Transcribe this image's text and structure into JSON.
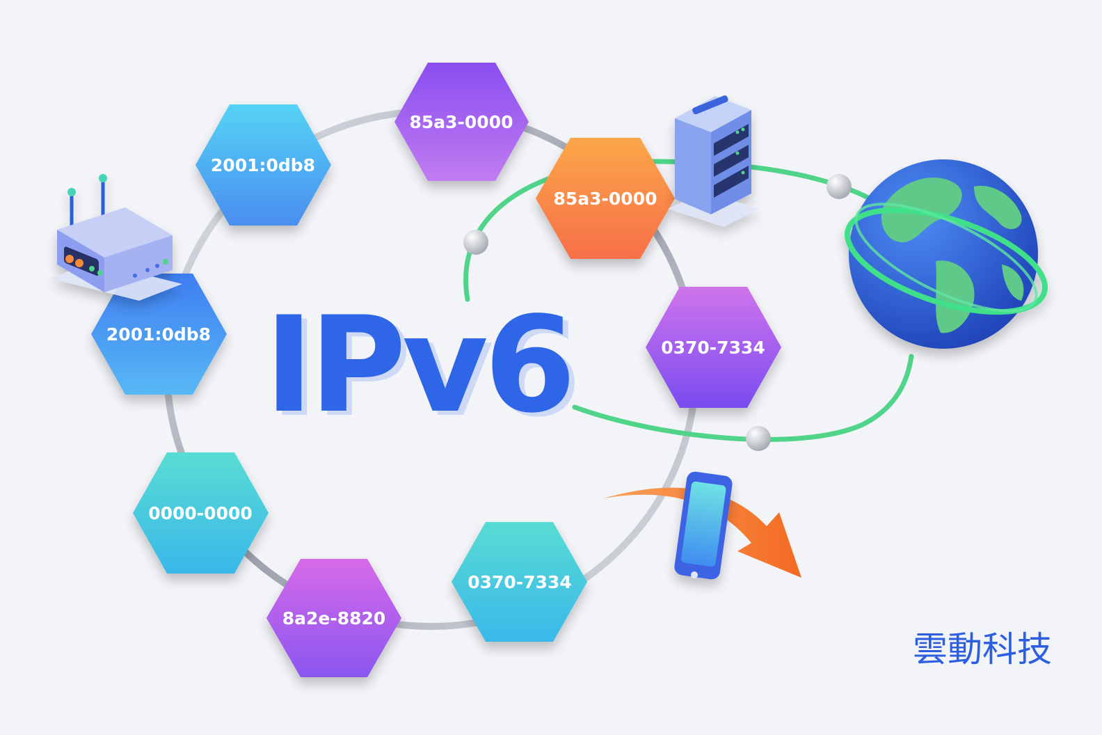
{
  "title": "IPv6",
  "brand": "雲動科技",
  "hex_nodes": [
    {
      "label": "85a3-0000",
      "gradient": "grad-purple"
    },
    {
      "label": "2001:0db8",
      "gradient": "grad-blue-light"
    },
    {
      "label": "85a3-0000",
      "gradient": "grad-orange"
    },
    {
      "label": "2001:0db8",
      "gradient": "grad-blue"
    },
    {
      "label": "0370-7334",
      "gradient": "grad-violet"
    },
    {
      "label": "0000-0000",
      "gradient": "grad-teal"
    },
    {
      "label": "0370-7334",
      "gradient": "grad-teal"
    },
    {
      "label": "8a2e-8820",
      "gradient": "grad-magenta"
    }
  ],
  "icons": {
    "router": "router-icon",
    "server": "server-icon",
    "globe": "globe-icon",
    "phone": "smartphone-icon",
    "arrow": "curved-arrow-icon"
  },
  "colors": {
    "title": "#2f66e8",
    "brand": "#2c5ee0",
    "link_green": "#4fd48a",
    "arrow_orange": "#f5782a",
    "background": "#f3f4f8"
  }
}
